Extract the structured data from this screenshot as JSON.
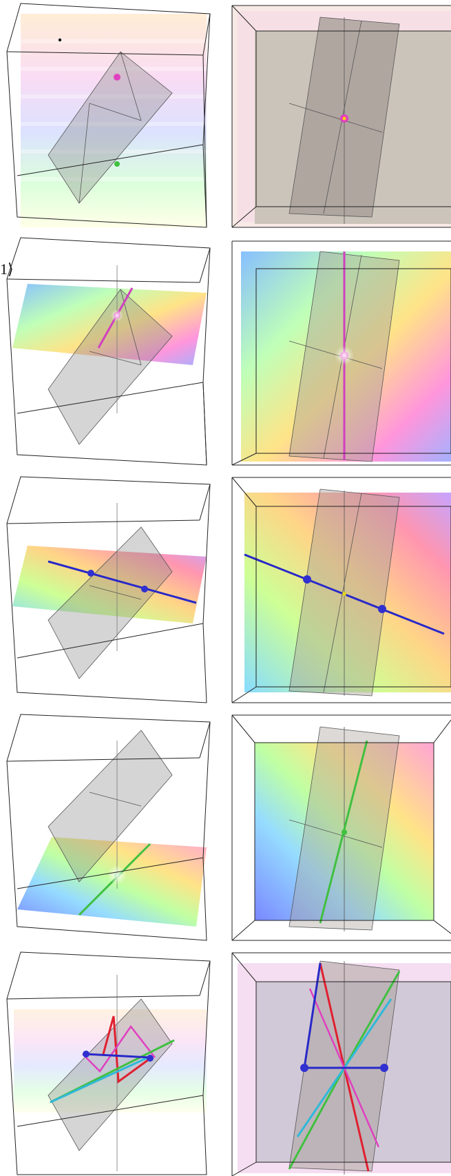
{
  "figure": {
    "left_label": "1⟩",
    "panel_count": 10,
    "rows": [
      {
        "view_3d": "slices-stack",
        "view_top": "stack-top"
      },
      {
        "view_3d": "plane-upper",
        "view_top": "plane-upper-top"
      },
      {
        "view_3d": "plane-middle",
        "view_top": "plane-middle-top"
      },
      {
        "view_3d": "plane-lower",
        "view_top": "plane-lower-top"
      },
      {
        "view_3d": "bloch-lines",
        "view_top": "bloch-lines-top"
      }
    ],
    "colors": {
      "frame": "#222222",
      "prism": "#9a9a9a",
      "magenta": "#e040c0",
      "blue": "#2828c8",
      "green": "#40c040",
      "red": "#e02030",
      "cyan": "#30b8d8"
    }
  }
}
